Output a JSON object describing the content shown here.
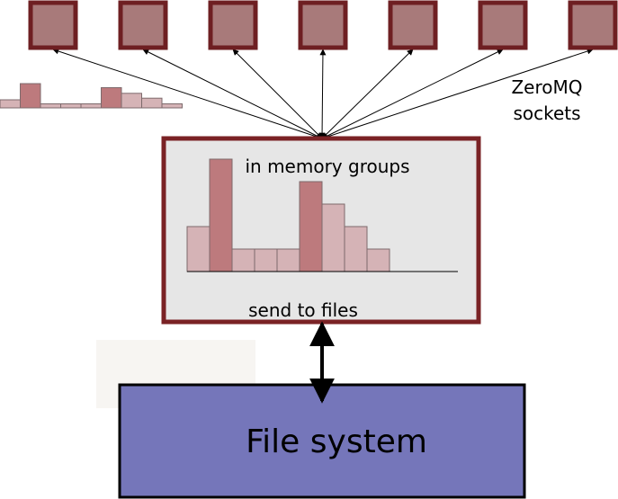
{
  "labels": {
    "sockets_line1": "ZeroMQ",
    "sockets_line2": "sockets",
    "memory_groups": "in memory groups",
    "send_to_files": "send to files",
    "file_system": "File system"
  },
  "sources": [
    "socket-1",
    "socket-2",
    "socket-3",
    "socket-4",
    "socket-5",
    "socket-6",
    "socket-7"
  ],
  "histogram": {
    "values": [
      2,
      5,
      1,
      1,
      1,
      4,
      3,
      2,
      1
    ],
    "highlight": [
      false,
      true,
      false,
      false,
      false,
      true,
      false,
      false,
      false
    ]
  },
  "mini_histogram": {
    "values": [
      1,
      3,
      0.5,
      0.5,
      0.5,
      2.5,
      1.8,
      1.2,
      0.5
    ],
    "highlight": [
      false,
      true,
      false,
      false,
      false,
      true,
      false,
      false,
      false
    ]
  },
  "colors": {
    "node_fill": "#a87a7a",
    "node_border": "#6e1f22",
    "group_box_fill": "#e6e6e6",
    "group_box_border": "#7a2225",
    "bar_light": "#d5b3b6",
    "bar_dark": "#bd7a7d",
    "filesystem_fill": "#7576ba"
  }
}
